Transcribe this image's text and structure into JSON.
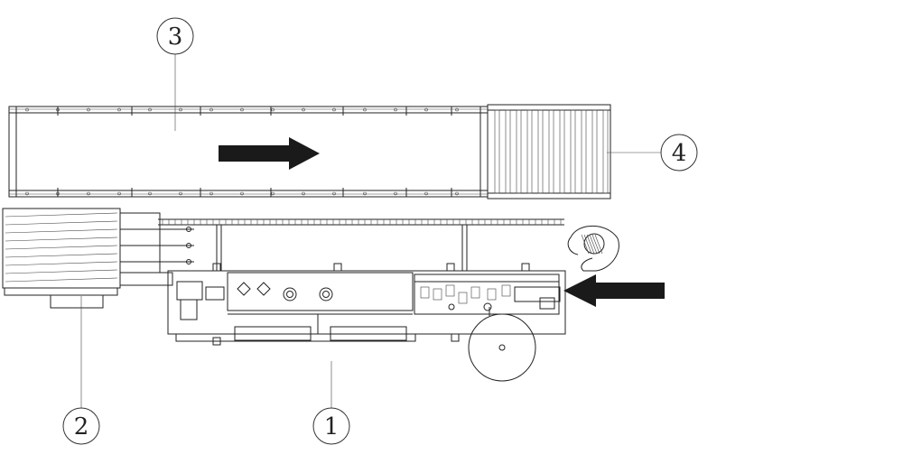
{
  "callouts": [
    {
      "id": "1",
      "label": "1"
    },
    {
      "id": "2",
      "label": "2"
    },
    {
      "id": "3",
      "label": "3"
    },
    {
      "id": "4",
      "label": "4"
    }
  ],
  "colors": {
    "line": "#222222",
    "arrow": "#1a1a1a",
    "background": "#ffffff"
  },
  "arrows": [
    {
      "name": "top-conveyor-flow",
      "direction": "right"
    },
    {
      "name": "infeed-flow",
      "direction": "left"
    }
  ]
}
